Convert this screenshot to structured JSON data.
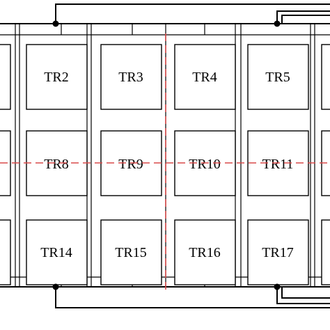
{
  "colors": {
    "line": "#000000",
    "background": "#ffffff",
    "symmetry_axis": "#d94a4a"
  },
  "rows": [
    [
      "",
      "TR2",
      "TR3",
      "TR4",
      "TR5",
      ""
    ],
    [
      "",
      "TR8",
      "TR9",
      "TR10",
      "TR11",
      ""
    ],
    [
      "",
      "TR14",
      "TR15",
      "TR16",
      "TR17",
      ""
    ]
  ]
}
